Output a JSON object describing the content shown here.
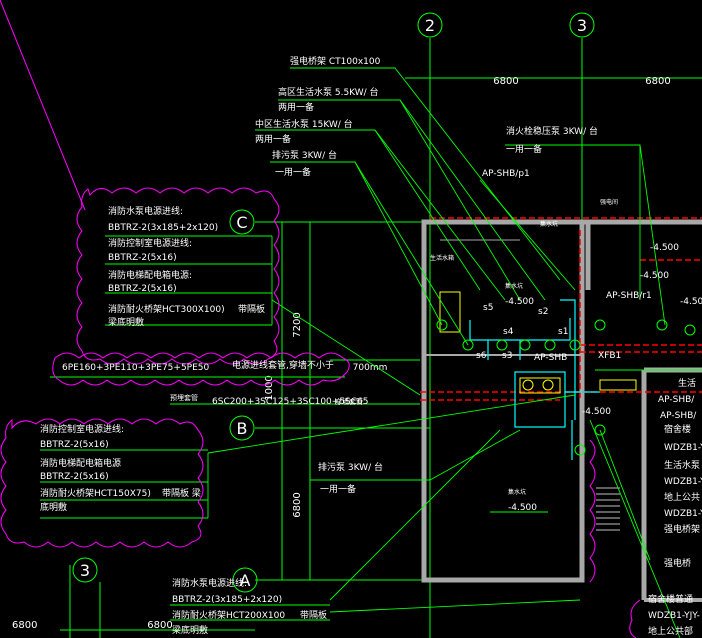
{
  "colors": {
    "background": "#000000",
    "axis_line": "#00ff00",
    "leader": "#00ff00",
    "cloud": "#ff00ff",
    "wall": "#a0a0a0",
    "cable_tray": "#ff0000",
    "pipe": "#00ffff",
    "equipment": "#ffff00",
    "text": "#ffffff"
  },
  "axis_labels": {
    "axis_2": "2",
    "axis_3_top": "3",
    "axis_3_left": "3",
    "axis_c": "C",
    "axis_b": "B",
    "axis_a": "A"
  },
  "dimensions": {
    "top_span_1": "6800",
    "top_span_2": "6800",
    "vert_c_b": "7200",
    "vert_mid": "1000",
    "vert_b_a": "6800",
    "bottom_left": "6800",
    "bottom_mid": "6800",
    "gap_700": "700mm"
  },
  "top_notes": {
    "cable_tray": "强电桥架 CT100x100",
    "pump_high": "高区生活水泵    5.5KW/  台",
    "pump_high_duty": "两用一备",
    "pump_mid": "中区生活水泵    15KW/  台",
    "pump_mid_duty": "两用一备",
    "sewage_pump": "排污泵  3KW/  台",
    "sewage_duty": "一用一备",
    "fire_pump": "消火栓稳压泵      3KW/  台",
    "fire_pump_duty": "一用一备",
    "ap_p1": "AP-SHB/p1",
    "ap_shb": "AP-SHB",
    "ap_r1": "AP-SHB/r1",
    "xfb1": "XFB1",
    "level_1": "-4.500",
    "level_2": "-4.500",
    "level_3": "-4.500",
    "level_4": "-4.500",
    "level_5": "-4.500",
    "ap_right": "AP-SHB/",
    "s1": "s1",
    "s2": "s2",
    "s3": "s3",
    "s4": "s4",
    "s5": "s5",
    "s6": "s6",
    "small_1": "强电间",
    "small_2": "集水坑",
    "small_3": "生活水箱",
    "small_4": "集水坑"
  },
  "cloud_upper": {
    "line1": "消防水泵电源进线:",
    "line2": "BBTRZ-2(3x185+2x120)",
    "line3": "消防控制室电源进线:",
    "line4": "BBTRZ-2(5x16)",
    "line5": "消防电梯配电箱电源:",
    "line6": "BBTRZ-2(5x16)",
    "line7": "消防耐火桥架HCT300X100)",
    "line7b": "带隔板",
    "line8": "梁底明敷"
  },
  "pipe_band": {
    "note1": "6PE160+3PE110+3PE75+5PE50",
    "note2": "电源进线套管,穿墙不小于",
    "note3": "6SC200+3SC125+3SC100+5SC65",
    "note4": "穿墙套管",
    "note5": "预埋套管"
  },
  "cloud_lower": {
    "line1": "消防控制室电源进线:",
    "line2": "BBTRZ-2(5x16)",
    "line3": "消防电梯配电箱电源",
    "line4": "BBTRZ-2(5x16)",
    "line5": "消防耐火桥架HCT150X75)",
    "line5b": "带隔板  梁",
    "line6": "底明敷"
  },
  "middle_notes": {
    "sewage_pump2": "排污泵  3KW/  台",
    "sewage_duty2": "一用一备",
    "level_mid": "-4.500",
    "small_5": "集水坑"
  },
  "right_labels": {
    "r1": "生活",
    "r2": "AP-SHB/",
    "r3": "宿舍楼",
    "r4": "WDZB1-Y",
    "r5": "生活水泵",
    "r6": "WDZB1-Y",
    "r7": "地上公共",
    "r8": "WDZB1-Y",
    "r9": "强电桥架",
    "r10": "强电桥",
    "r11": "宿舍楼普通",
    "r12": "WDZB1-YJY-",
    "r13": "地上公共部"
  },
  "bottom_note": {
    "line1": "消防水泵电源进线:",
    "line2": "BBTRZ-2(3x185+2x120)",
    "line3": "消防耐火桥架HCT200X100",
    "line3b": "带隔板",
    "line4": "梁底明敷"
  }
}
